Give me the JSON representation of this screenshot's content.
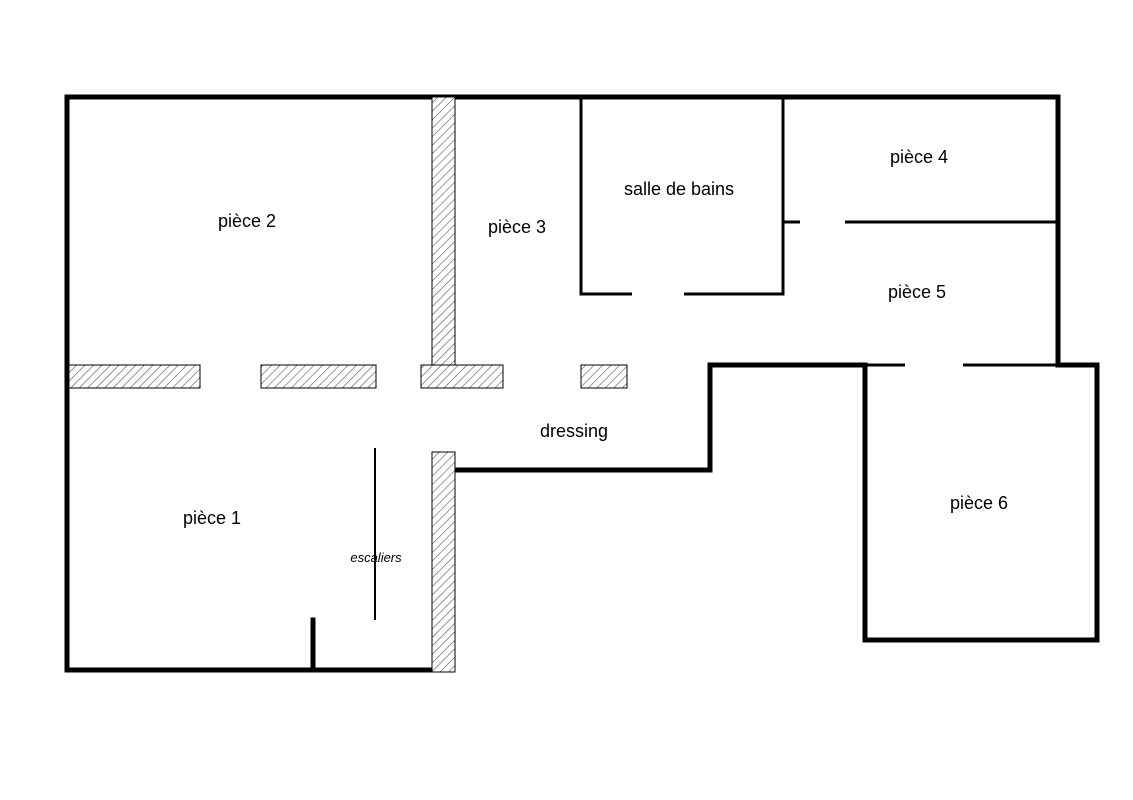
{
  "rooms": {
    "piece1": "pièce 1",
    "piece2": "pièce 2",
    "piece3": "pièce 3",
    "piece4": "pièce 4",
    "piece5": "pièce 5",
    "piece6": "pièce 6",
    "salle_de_bains": "salle de bains",
    "dressing": "dressing"
  },
  "stairs": {
    "label": "escaliers"
  },
  "colors": {
    "wall": "#000000",
    "hatch": "#555555",
    "background": "#ffffff"
  }
}
